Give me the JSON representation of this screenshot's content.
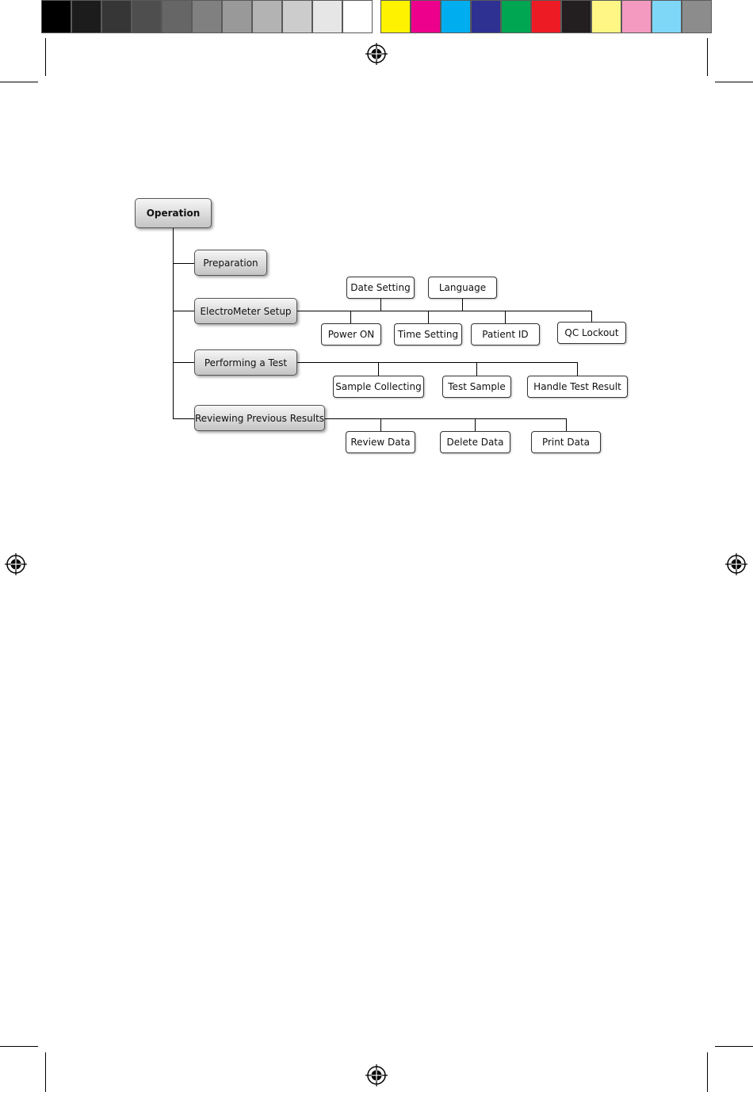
{
  "print_marks": {
    "gray_swatches": [
      "#000000",
      "#1c1c1c",
      "#363636",
      "#4e4e4e",
      "#666666",
      "#808080",
      "#999999",
      "#b3b3b3",
      "#cccccc",
      "#e6e6e6",
      "#ffffff"
    ],
    "color_swatches": [
      "#fff200",
      "#ec008c",
      "#00aeef",
      "#2e3192",
      "#00a651",
      "#ed1c24",
      "#231f20",
      "#fff685",
      "#f49ac1",
      "#7fd7f7",
      "#8c8c8c"
    ]
  },
  "diagram": {
    "root": "Operation",
    "sections": {
      "preparation": "Preparation",
      "electrometer_setup": "ElectroMeter Setup",
      "performing_test": "Performing a Test",
      "reviewing_results": "Reviewing Previous Results"
    },
    "setup_items": {
      "date_setting": "Date Setting",
      "language": "Language",
      "power_on": "Power ON",
      "time_setting": "Time Setting",
      "patient_id": "Patient ID",
      "qc_lockout": "QC Lockout"
    },
    "test_items": {
      "sample_collecting": "Sample Collecting",
      "test_sample": "Test Sample",
      "handle_test_result": "Handle Test Result"
    },
    "review_items": {
      "review_data": "Review Data",
      "delete_data": "Delete Data",
      "print_data": "Print Data"
    }
  }
}
